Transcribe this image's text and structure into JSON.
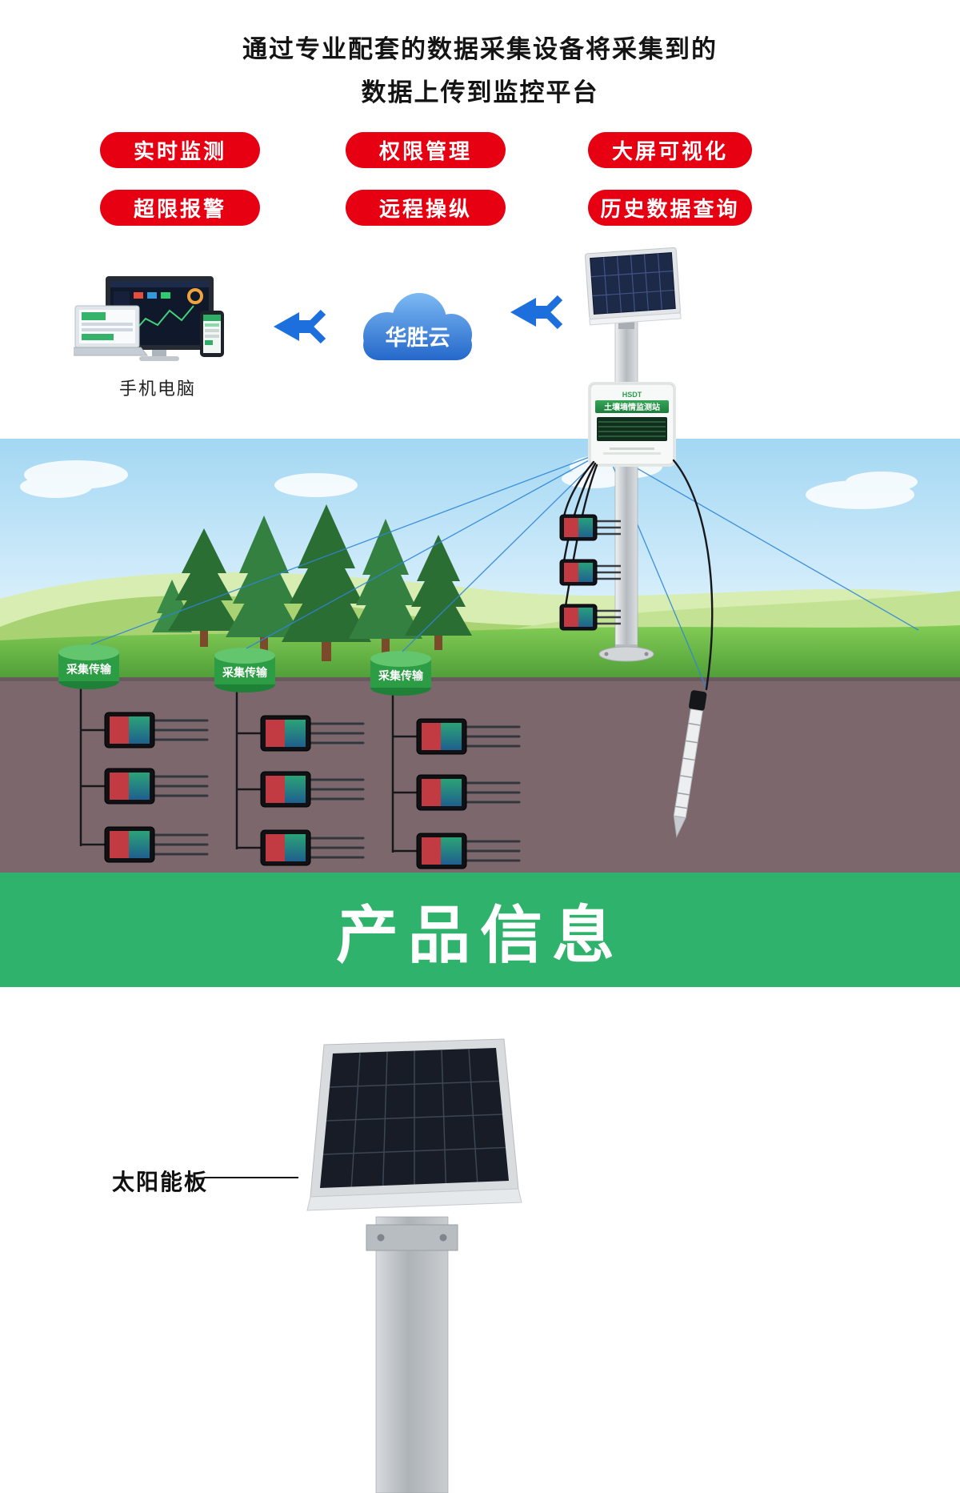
{
  "header": {
    "line1": "通过专业配套的数据采集设备将采集到的",
    "line2": "数据上传到监控平台"
  },
  "features": [
    "实时监测",
    "权限管理",
    "大屏可视化",
    "超限报警",
    "远程操纵",
    "历史数据查询"
  ],
  "diagram": {
    "devices_label": "手机电脑",
    "cloud_label": "华胜云",
    "station": {
      "brand": "HSDT",
      "label": "土壤墒情监测站"
    },
    "collectors": [
      "采集传输",
      "采集传输",
      "采集传输"
    ]
  },
  "banner": {
    "title": "产品信息"
  },
  "product": {
    "solar_panel_label": "太阳能板"
  },
  "colors": {
    "pill_red": "#e60012",
    "banner_green": "#2eb26c",
    "cloud_blue_light": "#7cb9f4",
    "cloud_blue_dark": "#1c60c6",
    "arrow_blue": "#1d6fdd",
    "soil_brown": "#7c686c",
    "cylinder_green": "#2c9c45",
    "grass_green": "#5fae3f"
  }
}
